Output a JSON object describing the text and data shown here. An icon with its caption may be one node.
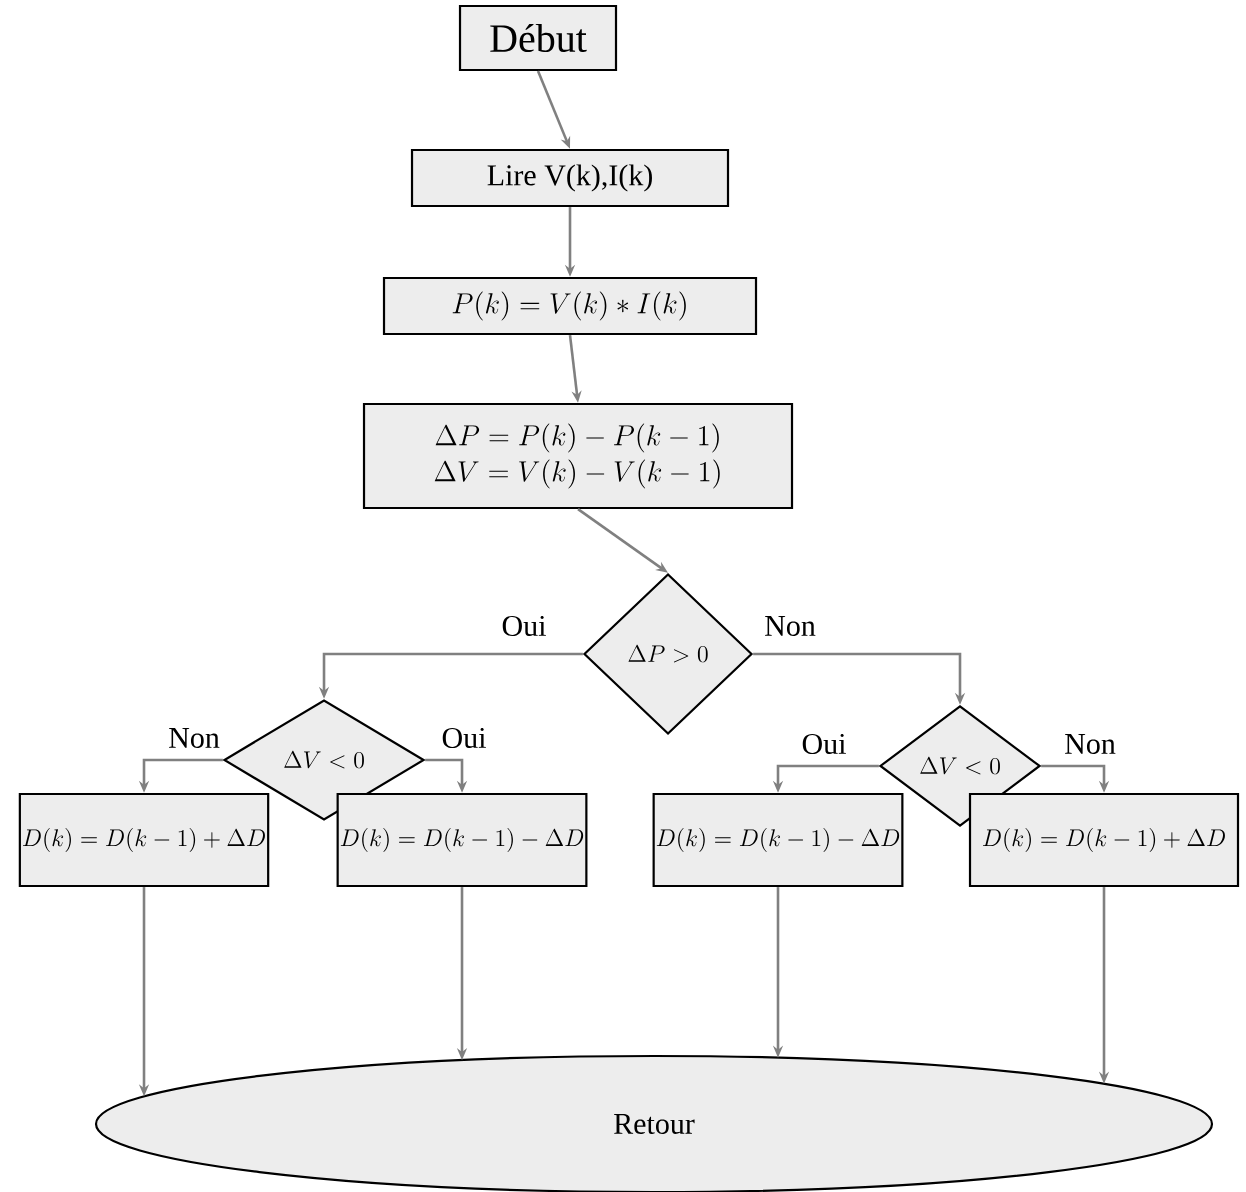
{
  "diagram": {
    "nodes": [
      {
        "text": [
          "Début"
        ]
      },
      {
        "text": [
          "Lire V(k),I(k)"
        ]
      },
      {
        "text": [
          "P(k) = V(k) * I(k)"
        ]
      },
      {
        "text": [
          "\\Delta P = P(k) - P(k-1)",
          "\\Delta V = V(k) - V(k-1)"
        ]
      },
      {
        "text": [
          "\\Delta P>0"
        ]
      },
      {
        "text": [
          "\\Delta V<0"
        ]
      },
      {
        "text": [
          "\\Delta V<0"
        ]
      },
      {
        "text": [
          "D(k)=D(k-1)+\\Delta D"
        ]
      },
      {
        "text": [
          "D(k)=D(k-1)-\\Delta D"
        ]
      },
      {
        "text": [
          "D(k)=D(k-1)-\\Delta D"
        ]
      },
      {
        "text": [
          "D(k)=D(k-1)+\\Delta D"
        ]
      },
      {
        "text": [
          "Retour"
        ]
      }
    ],
    "edges": [
      {
        "from": 0,
        "to": 1,
        "arrow": "to"
      },
      {
        "from": 1,
        "to": 2,
        "arrow": "to"
      },
      {
        "from": 2,
        "to": 3,
        "arrow": "to"
      },
      {
        "from": 3,
        "to": 4,
        "arrow": "to"
      },
      {
        "from": 4,
        "to": 5,
        "arrow": "to",
        "label": "Oui"
      },
      {
        "from": 4,
        "to": 6,
        "arrow": "to",
        "label": "Non"
      },
      {
        "from": 5,
        "to": 7,
        "arrow": "to",
        "label": "Non"
      },
      {
        "from": 5,
        "to": 8,
        "arrow": "to",
        "label": "Oui"
      },
      {
        "from": 6,
        "to": 9,
        "arrow": "to",
        "label": "Oui"
      },
      {
        "from": 6,
        "to": 10,
        "arrow": "to",
        "label": "Non"
      },
      {
        "from": 7,
        "to": 11,
        "arrow": "to"
      },
      {
        "from": 8,
        "to": 11,
        "arrow": "to"
      },
      {
        "from": 9,
        "to": 11,
        "arrow": "to"
      },
      {
        "from": 10,
        "to": 11,
        "arrow": "to"
      }
    ]
  }
}
